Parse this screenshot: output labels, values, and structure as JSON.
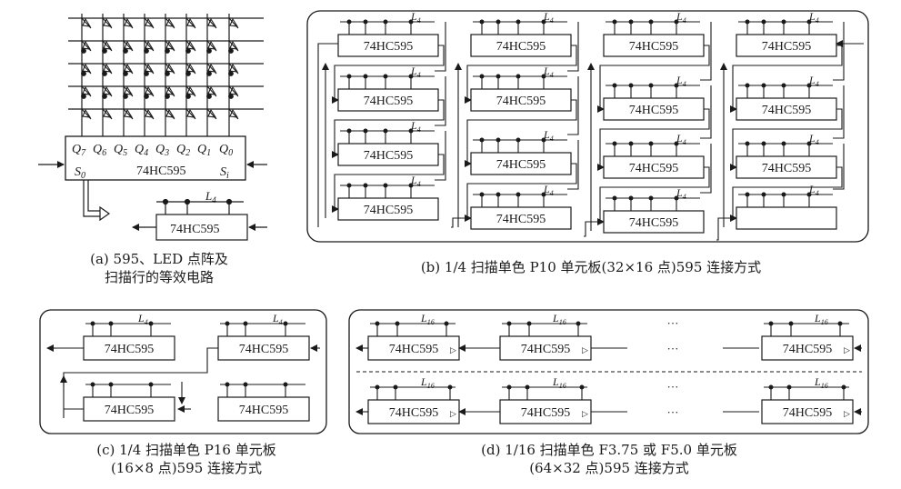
{
  "chip_name": "74HC595",
  "line_label": "L",
  "sub_4": "4",
  "sub_16": "16",
  "ellipsis": "···",
  "panel_a": {
    "q_pins": [
      "Q7",
      "Q6",
      "Q5",
      "Q4",
      "Q3",
      "Q2",
      "Q1",
      "Q0"
    ],
    "s0": "S0",
    "si": "Si",
    "caption_line1": "(a) 595、LED 点阵及",
    "caption_line2": "扫描行的等效电路"
  },
  "panel_b": {
    "caption": "(b) 1/4 扫描单色 P10 单元板(32×16 点)595 连接方式"
  },
  "panel_c": {
    "caption_line1": "(c) 1/4 扫描单色 P16 单元板",
    "caption_line2": "(16×8 点)595 连接方式"
  },
  "panel_d": {
    "caption_line1": "(d) 1/16 扫描单色 F3.75 或 F5.0 单元板",
    "caption_line2": "(64×32 点)595 连接方式"
  },
  "colors": {
    "ink": "#1a1a1a",
    "background": "#ffffff"
  }
}
